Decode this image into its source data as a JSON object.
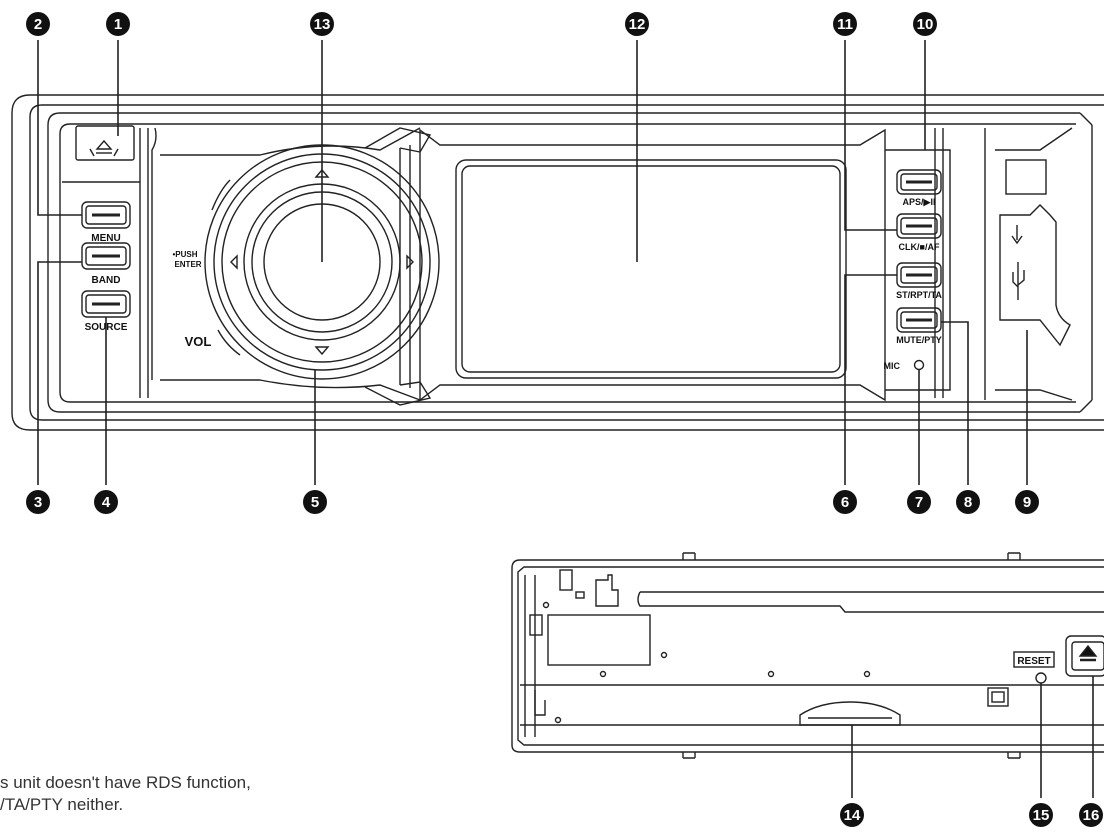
{
  "front_panel": {
    "buttons": {
      "menu": "MENU",
      "band": "BAND",
      "source": "SOURCE",
      "aps": "APS/▶II",
      "clk": "CLK/■/AF",
      "st": "ST/RPT/TA",
      "mute": "MUTE/PTY"
    },
    "knob": {
      "push_line1": "•PUSH",
      "push_line2": "ENTER",
      "vol": "VOL"
    },
    "mic": "MIC",
    "icons": {
      "eject": "eject-icon",
      "usb_arrow": "down-arrow-icon",
      "usb": "usb-icon",
      "nav_up": "triangle-up-icon",
      "nav_down": "triangle-down-icon",
      "nav_left": "triangle-left-icon",
      "nav_right": "triangle-right-icon"
    }
  },
  "back_panel": {
    "reset": "RESET",
    "icons": {
      "eject": "eject-icon"
    }
  },
  "callouts": [
    "1",
    "2",
    "3",
    "4",
    "5",
    "6",
    "7",
    "8",
    "9",
    "10",
    "11",
    "12",
    "13",
    "14",
    "15",
    "16"
  ],
  "note": {
    "line1": "s unit doesn't have RDS function,",
    "line2": "/TA/PTY neither."
  }
}
